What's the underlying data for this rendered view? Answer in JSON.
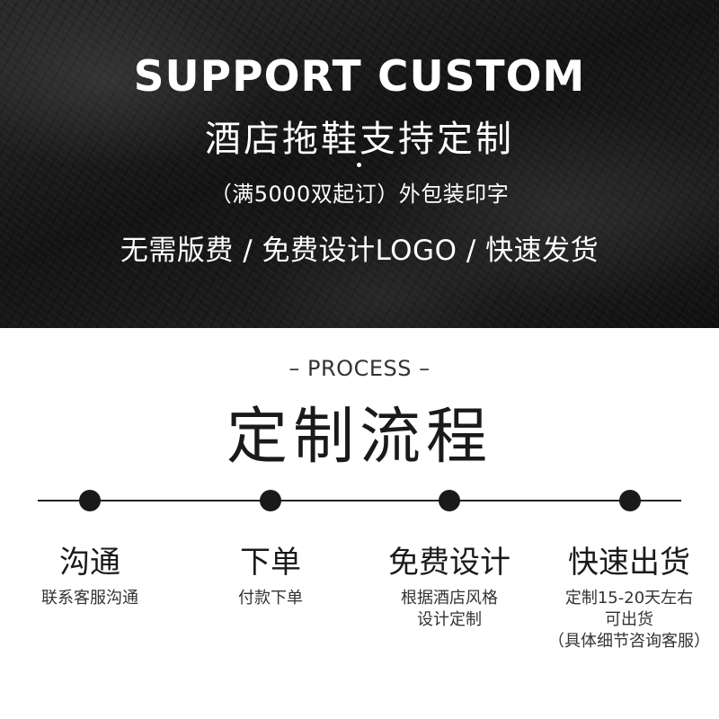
{
  "hero": {
    "title": "SUPPORT CUSTOM",
    "subtitle": "酒店拖鞋支持定制",
    "minimum_order": "（满5000双起订）外包装印字",
    "features": "无需版费 / 免费设计LOGO / 快速发货"
  },
  "process": {
    "label": "– PROCESS –",
    "title": "定制流程",
    "steps": [
      {
        "title": "沟通",
        "desc": [
          "联系客服沟通"
        ]
      },
      {
        "title": "下单",
        "desc": [
          "付款下单"
        ]
      },
      {
        "title": "免费设计",
        "desc": [
          "根据酒店风格",
          "设计定制"
        ]
      },
      {
        "title": "快速出货",
        "desc": [
          "定制15-20天左右",
          "可出货",
          "（具体细节咨询客服）"
        ]
      }
    ]
  }
}
